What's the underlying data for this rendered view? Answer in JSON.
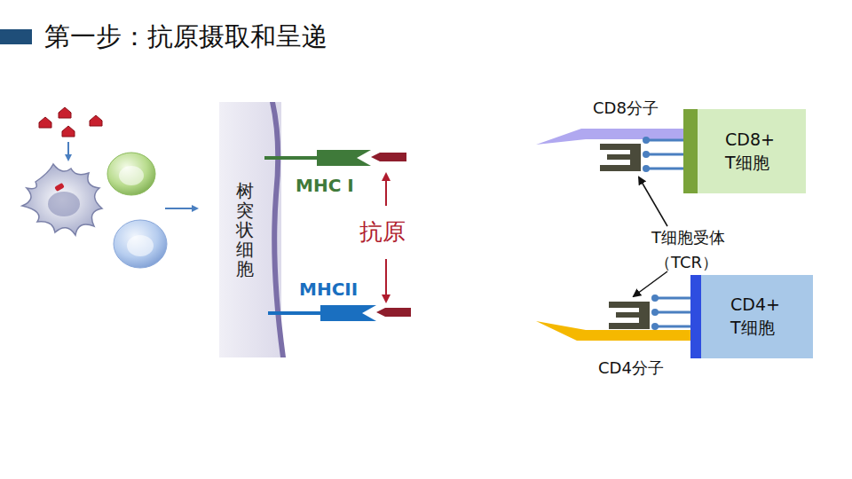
{
  "diagram": {
    "title": "第一步：抗原摄取和呈递",
    "nodes": [
      {
        "text": [
          "树突状细胞"
        ]
      },
      {
        "text": [
          "CD8+ T细胞"
        ]
      },
      {
        "text": [
          "CD4+ T细胞"
        ]
      }
    ],
    "labels": [
      "MHC I",
      "MHCII",
      "抗原",
      "CD8分子",
      "T细胞受体",
      "（TCR）",
      "CD4分子"
    ]
  }
}
